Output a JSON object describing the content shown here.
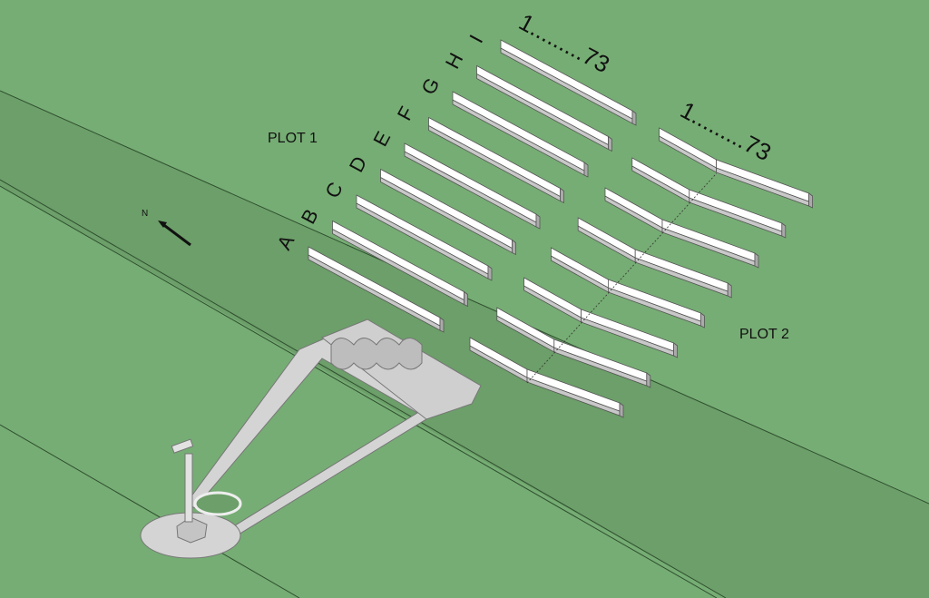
{
  "plot1": {
    "title": "PLOT 1",
    "rows": [
      "A",
      "B",
      "C",
      "D",
      "E",
      "F",
      "G",
      "H",
      "I"
    ],
    "range_label": "1.........73"
  },
  "plot2": {
    "title": "PLOT 2",
    "row_count": 8,
    "range_label": "1.........73"
  },
  "compass": {
    "label": "N"
  },
  "colors": {
    "ground": "#76ad74",
    "path_band": "#6c9f69",
    "bar_top": "#ffffff",
    "bar_side": "#c8c8c8",
    "structure": "#cfcfcf"
  }
}
